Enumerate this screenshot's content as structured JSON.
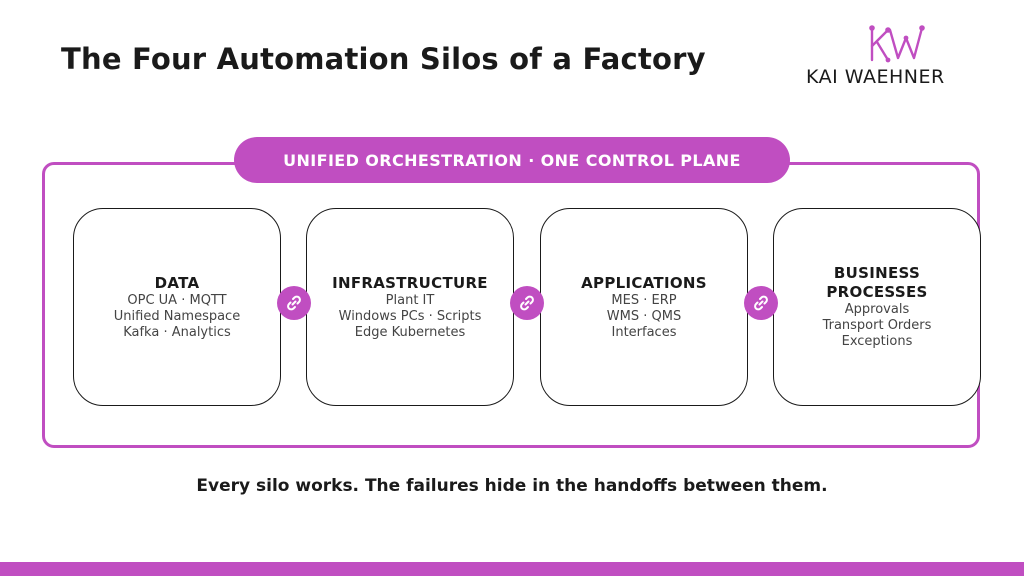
{
  "title": "The Four Automation Silos of a Factory",
  "logo": {
    "mark": "KW",
    "text": "KAI WAEHNER"
  },
  "banner": "UNIFIED ORCHESTRATION · ONE CONTROL PLANE",
  "silos": [
    {
      "title": "DATA",
      "lines": [
        "OPC UA · MQTT",
        "Unified Namespace",
        "Kafka · Analytics"
      ]
    },
    {
      "title": "INFRASTRUCTURE",
      "lines": [
        "Plant IT",
        "Windows PCs · Scripts",
        "Edge Kubernetes"
      ]
    },
    {
      "title": "APPLICATIONS",
      "lines": [
        "MES · ERP",
        "WMS · QMS",
        "Interfaces"
      ]
    },
    {
      "title_lines": [
        "BUSINESS",
        "PROCESSES"
      ],
      "lines": [
        "Approvals",
        "Transport Orders",
        "Exceptions"
      ]
    }
  ],
  "connectors": [
    "link-icon",
    "link-icon",
    "link-icon"
  ],
  "footer": "Every silo works. The failures hide in the handoffs between them.",
  "colors": {
    "accent": "#c04ec1",
    "text": "#1a1a1a",
    "muted": "#444444"
  }
}
